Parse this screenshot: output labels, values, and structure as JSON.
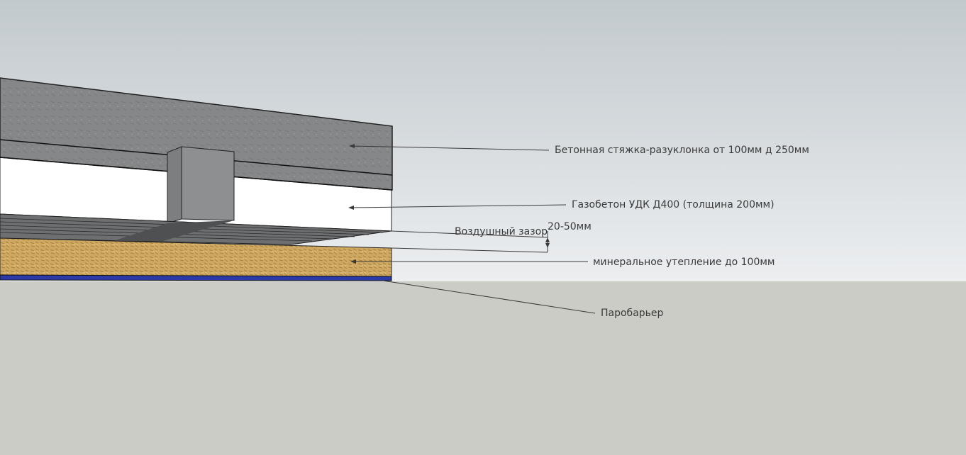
{
  "labels": {
    "concrete": "Бетонная стяжка-разуклонка от 100мм д 250мм",
    "aerated": "Газобетон УДК Д400 (толщина 200мм)",
    "air_gap": "Воздушный зазор",
    "gap_size": "20-50мм",
    "insulation": "минеральное утепление до 100мм",
    "vapor": "Паробарьер"
  },
  "colors": {
    "sky_top": "#c2c9cd",
    "sky_bottom": "#eceef0",
    "ground": "#cbccc6",
    "concrete": "#858788",
    "insulation": "#cfa862",
    "vapor": "#2b3aa8",
    "aerated": "#ffffff",
    "line": "#3a3a3a"
  }
}
